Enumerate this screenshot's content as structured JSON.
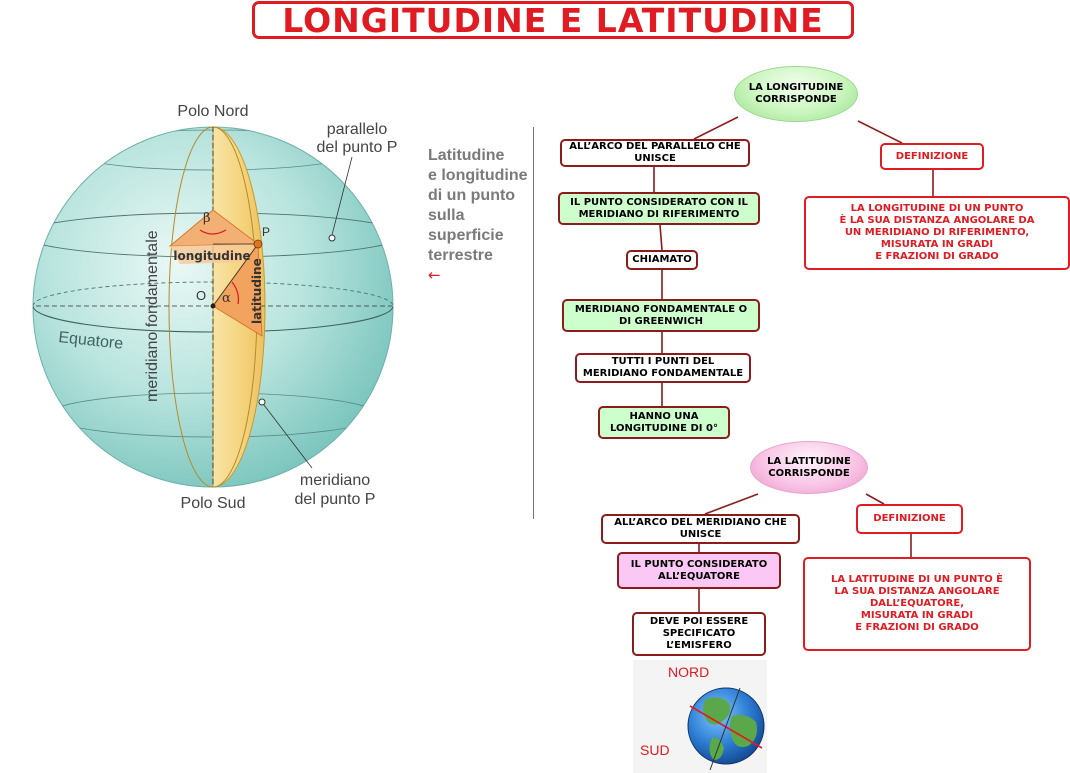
{
  "title": "LONGITUDINE E LATITUDINE",
  "globe": {
    "polo_nord": "Polo Nord",
    "polo_sud": "Polo Sud",
    "parallelo_1": "parallelo",
    "parallelo_2": "del punto P",
    "meridiano_1": "meridiano",
    "meridiano_2": "del punto P",
    "equatore": "Equatore",
    "meridiano_fondamentale": "meridiano fondamentale",
    "longitudine": "longitudine",
    "latitudine": "latitudine",
    "origin": "O",
    "point": "P",
    "alpha": "α",
    "beta": "β"
  },
  "caption": {
    "lines": [
      "Latitudine",
      "e longitudine",
      "di un punto",
      "sulla",
      "superficie",
      "terrestre"
    ],
    "arrow": "←"
  },
  "longitudine_map": {
    "oval": "LA LONGITUDINE CORRISPONDE",
    "arco": "ALL’ARCO DEL PARALLELO CHE UNISCE",
    "punto": "IL PUNTO CONSIDERATO CON IL MERIDIANO DI RIFERIMENTO",
    "chiamato": "CHIAMATO",
    "greenwich": "MERIDIANO FONDAMENTALE O DI GREENWICH",
    "tutti": "TUTTI I PUNTI DEL MERIDIANO FONDAMENTALE",
    "hanno": "HANNO UNA LONGITUDINE DI 0°",
    "definizione": "DEFINIZIONE",
    "def_text": [
      "LA LONGITUDINE DI UN PUNTO",
      "È LA SUA DISTANZA ANGOLARE DA",
      "UN MERIDIANO DI RIFERIMENTO,",
      "MISURATA IN GRADI",
      "E FRAZIONI DI GRADO"
    ]
  },
  "latitudine_map": {
    "oval": "LA LATITUDINE CORRISPONDE",
    "arco": "ALL’ARCO DEL MERIDIANO CHE UNISCE",
    "punto": "IL PUNTO CONSIDERATO ALL’EQUATORE",
    "deve": "DEVE POI ESSERE SPECIFICATO L’EMISFERO",
    "definizione": "DEFINIZIONE",
    "def_text": [
      "LA LATITUDINE DI UN PUNTO È",
      "LA SUA DISTANZA ANGOLARE",
      "DALL’EQUATORE,",
      "MISURATA IN GRADI",
      "E FRAZIONI DI GRADO"
    ]
  },
  "mini_globe": {
    "nord": "NORD",
    "sud": "SUD"
  },
  "colors": {
    "accent_red": "#e11b22",
    "box_border": "#8b1c1c",
    "green_fill": "#ccffcc",
    "pink_fill": "#fbc8f6",
    "globe_fill": "#9fd8d2",
    "meridian_fill": "#f6d98a",
    "angle_fill": "#f2a35e"
  }
}
